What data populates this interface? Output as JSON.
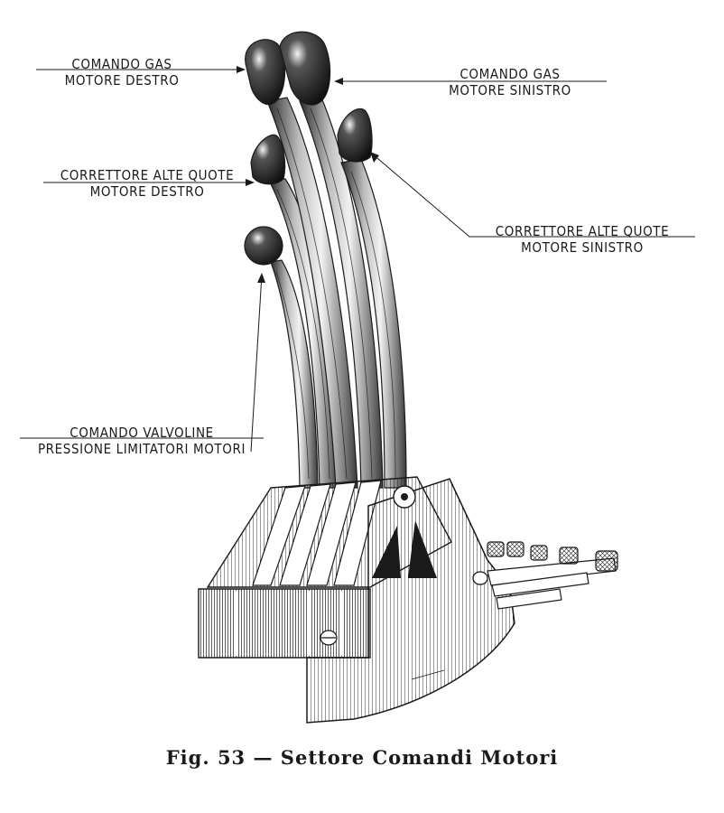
{
  "labels": {
    "gas_right": {
      "line1": "COMANDO  GAS",
      "line2": "MOTORE  DESTRO"
    },
    "gas_left": {
      "line1": "COMANDO  GAS",
      "line2": "MOTORE  SINISTRO"
    },
    "alt_right": {
      "line1": "CORRETTORE ALTE QUOTE",
      "line2": "MOTORE  DESTRO"
    },
    "alt_left": {
      "line1": "CORRETTORE ALTE QUOTE",
      "line2": "MOTORE  SINISTRO"
    },
    "valves": {
      "line1": "COMANDO VALVOLINE",
      "line2": "PRESSIONE LIMITATORI MOTORI"
    }
  },
  "caption": "Fig.  53  —  Settore  Comandi  Motori",
  "colors": {
    "ink": "#1a1a1a",
    "paper": "#ffffff",
    "shade": "#6e6e6e"
  }
}
